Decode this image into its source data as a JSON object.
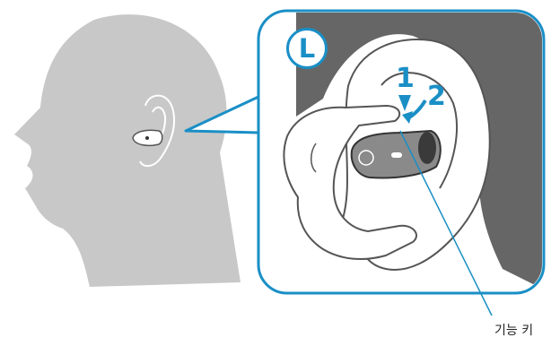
{
  "side_badge": "L",
  "steps": {
    "push": "1",
    "twist": "2"
  },
  "callout_label": "기능 키",
  "colors": {
    "accent": "#1a8fc6",
    "head_silhouette": "#c8c8c8",
    "panel_background": "#ffffff",
    "panel_shadow": "#666666",
    "earpiece_body": "#8a8a8a",
    "outline": "#555555"
  },
  "icons": [
    "head-silhouette-icon",
    "ear-icon",
    "earpiece-icon",
    "hand-icon",
    "down-arrow-icon",
    "curved-arrow-icon"
  ]
}
